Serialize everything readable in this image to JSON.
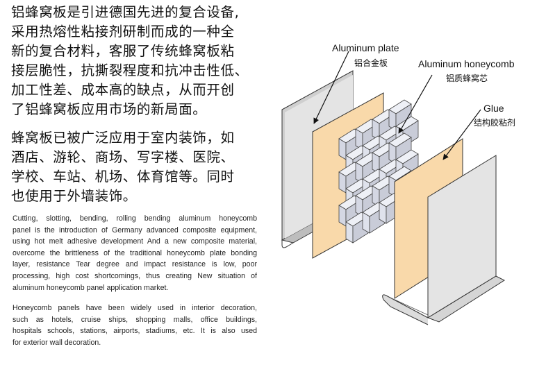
{
  "cn_para1": [
    "铝蜂窝板是引进德国先进的复合设备,",
    "采用热熔性粘接剂研制而成的一种全",
    "新的复合材料，客服了传统蜂窝板粘",
    "接层脆性，抗撕裂程度和抗冲击性低、",
    "加工性差、成本高的缺点，从而开创",
    "了铝蜂窝板应用市场的新局面。"
  ],
  "cn_para2": [
    "蜂窝板已被广泛应用于室内装饰，如",
    "酒店、游轮、商场、写字楼、医院、",
    "学校、车站、机场、体育馆等。同时",
    "也使用于外墙装饰。"
  ],
  "en_para1": [
    "Cutting, slotting, bending, rolling bending aluminum honeycomb",
    "panel is the introduction of Germany advanced composite equipment,",
    "using hot melt adhesive development  And a new composite material,",
    "overcome the brittleness of the  traditional  honeycomb plate bonding",
    "layer, resistance Tear degree and impact resistance is low, poor",
    "processing, high cost shortcomings, thus creating New situation of",
    "aluminum honeycomb panel application market."
  ],
  "en_para2": [
    "Honeycomb panels have been widely used in interior decoration,",
    "such as hotels, cruise ships, shopping malls, office buildings,",
    "hospitals  schools, stations, airports, stadiums, etc.  It is also used",
    "for exterior wall decoration."
  ],
  "diagram": {
    "labels": {
      "plate_en": "Aluminum plate",
      "plate_cn": "铝合金板",
      "honeycomb_en": "Aluminum honeycomb",
      "honeycomb_cn": "铝质蜂窝芯",
      "glue_en": "Glue",
      "glue_cn": "结构胶粘剂"
    },
    "colors": {
      "aluminum": "#e4e4e4",
      "glue": "#f9d9aa",
      "honeycomb": "#dfe2ec",
      "outline": "#333333"
    }
  }
}
